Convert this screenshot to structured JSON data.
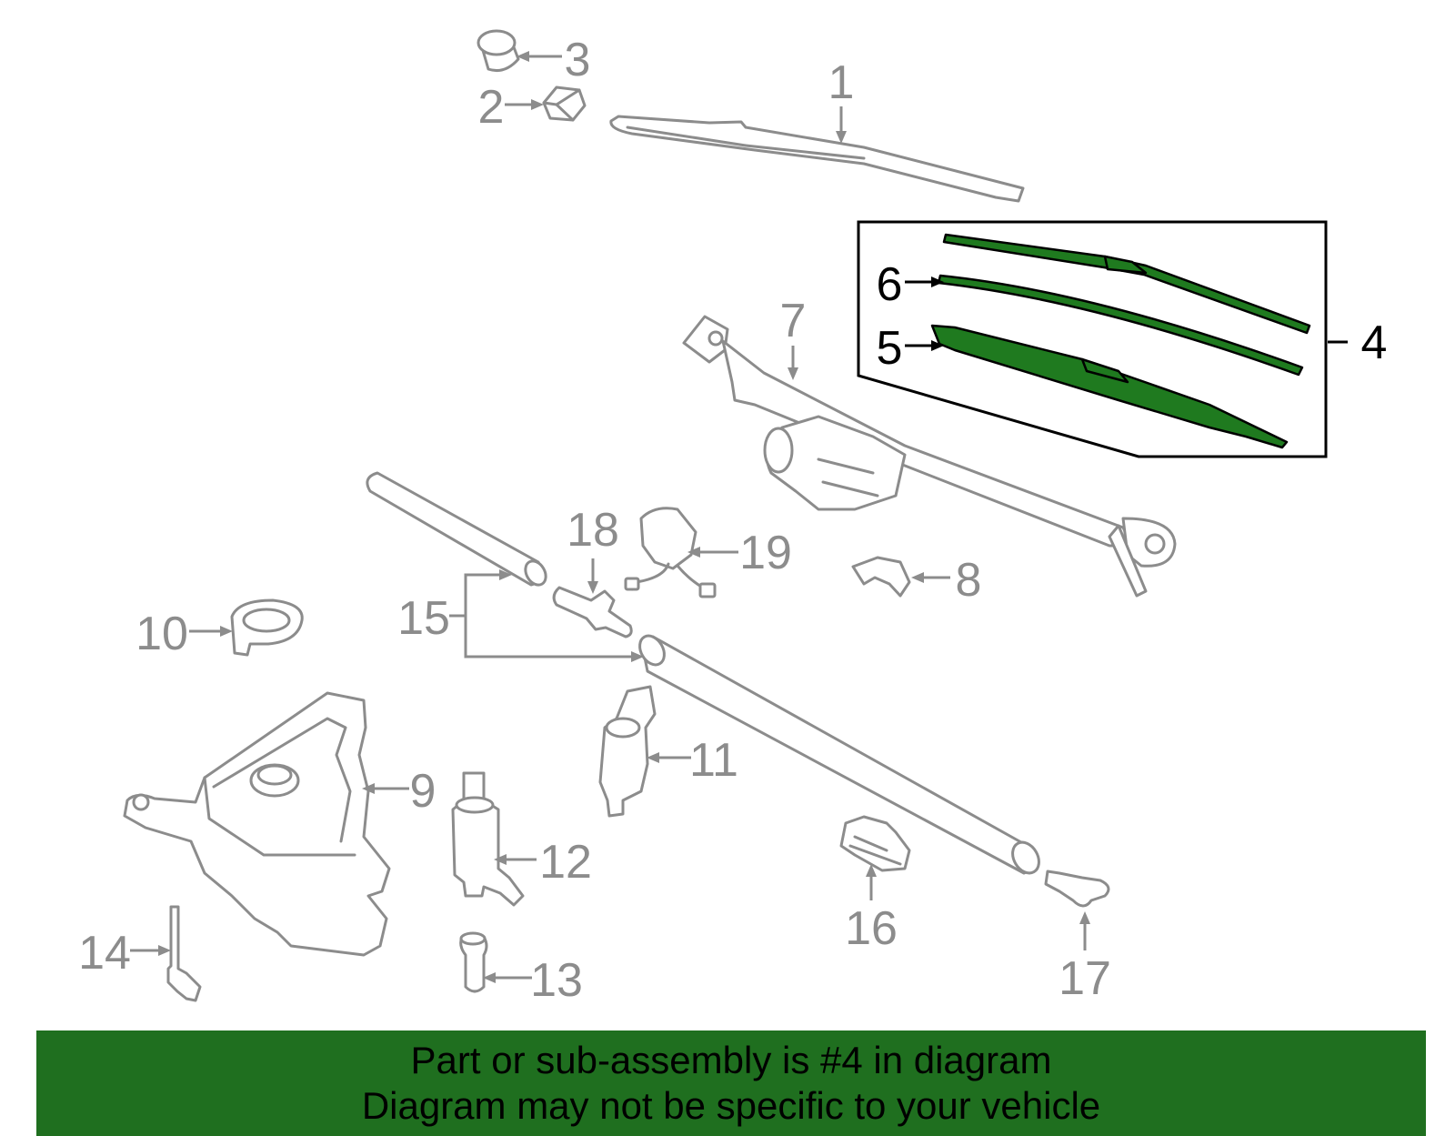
{
  "callouts": {
    "c1": "1",
    "c2": "2",
    "c3": "3",
    "c4": "4",
    "c5": "5",
    "c6": "6",
    "c7": "7",
    "c8": "8",
    "c9": "9",
    "c10": "10",
    "c11": "11",
    "c12": "12",
    "c13": "13",
    "c14": "14",
    "c15": "15",
    "c16": "16",
    "c17": "17",
    "c18": "18",
    "c19": "19"
  },
  "banner": {
    "line1": "Part or sub-assembly is #4 in diagram",
    "line2": "Diagram may not be specific to your vehicle"
  },
  "colors": {
    "highlight": "#1f7a1f",
    "banner_bg": "#1f6f1f",
    "part_stroke": "#8c8c8c"
  }
}
